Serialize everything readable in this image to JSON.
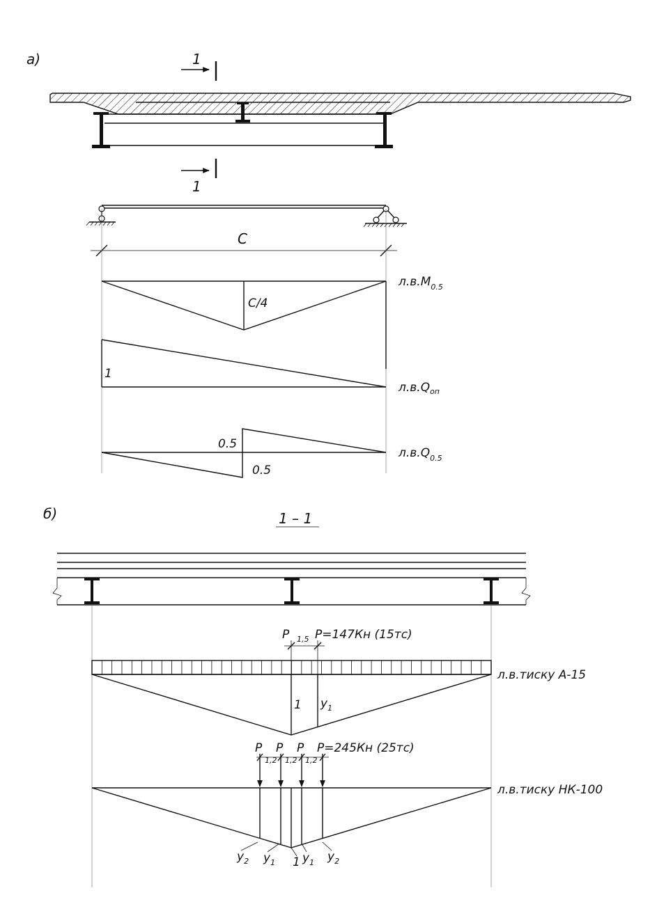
{
  "part_a": {
    "label": "а)",
    "section_mark_top": "1",
    "section_mark_bottom": "1",
    "span_label": "С",
    "moment_value": "С/4",
    "moment_line_label": "л.в.M",
    "moment_line_sub": "0.5",
    "support_shear_value": "1",
    "support_shear_label": "л.в.Q",
    "support_shear_sub": "оп",
    "mid_shear_top_value": "0.5",
    "mid_shear_bottom_value": "0.5",
    "mid_shear_label": "л.в.Q",
    "mid_shear_sub": "0.5"
  },
  "part_b": {
    "label": "б)",
    "section_title": "1 – 1",
    "a15_force_p1": "P",
    "a15_spacing": "1,5",
    "a15_force_p2": "P=147Кн (15тс)",
    "a15_ordinate_one": "1",
    "a15_ordinate_y": "y",
    "a15_ordinate_y_sub": "1",
    "a15_line_label": "л.в.тиску А-15",
    "nk_forces": [
      "P",
      "P",
      "P"
    ],
    "nk_force_last": "P=245Кн (25тс)",
    "nk_spacings": [
      "1,2",
      "1,2",
      "1,2"
    ],
    "nk_line_label": "л.в.тиску НК-100",
    "nk_ordinates": [
      {
        "letter": "y",
        "sub": "2"
      },
      {
        "letter": "y",
        "sub": "1"
      },
      {
        "letter": "1",
        "sub": ""
      },
      {
        "letter": "y",
        "sub": "1"
      },
      {
        "letter": "y",
        "sub": "2"
      }
    ]
  }
}
